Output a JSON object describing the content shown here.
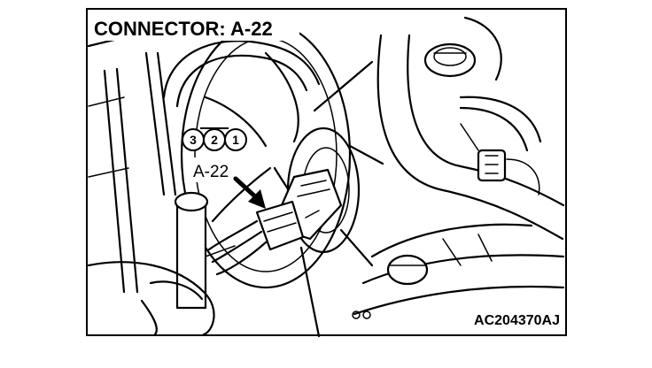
{
  "diagram": {
    "title": "CONNECTOR: A-22",
    "connector_label": "A-22",
    "pins": [
      "3",
      "2",
      "1"
    ],
    "figure_code": "AC204370AJ"
  }
}
